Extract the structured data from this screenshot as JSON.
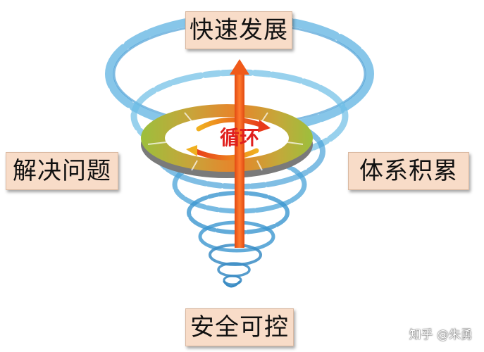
{
  "labels": {
    "top": "快速发展",
    "left": "解决问题",
    "right": "体系积累",
    "bottom": "安全可控",
    "center": "循环"
  },
  "watermark": "知乎 @朱勇",
  "colors": {
    "label_background": "#f8dcc8",
    "spiral": "#4aa3d8",
    "arrow": "#f05a1a",
    "ring_green": "#9cbf3c",
    "ring_orange": "#e8832a",
    "center_text": "#e0201e"
  },
  "icons": [
    "spiral-tornado-graphic",
    "upward-arrow",
    "cycle-ring"
  ]
}
